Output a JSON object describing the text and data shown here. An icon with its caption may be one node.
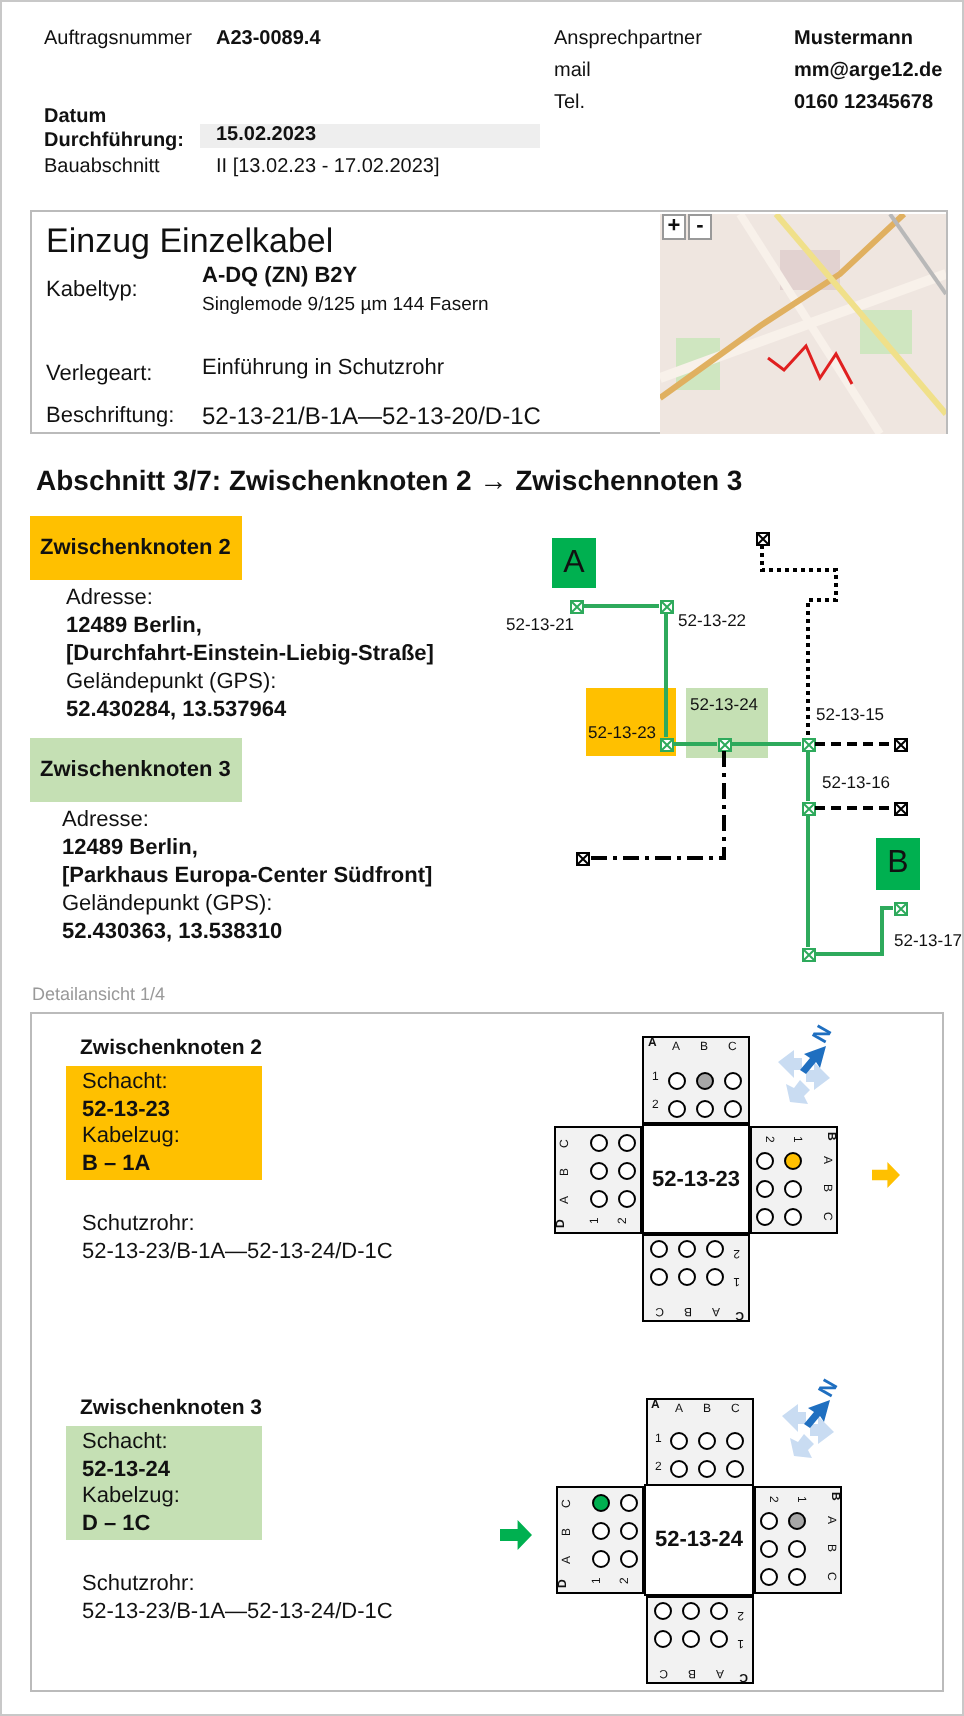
{
  "diagram": {
    "title": "Abschnitt 3/7: Zwischenknoten 2 → Zwischennoten 3",
    "nodes": [
      {
        "text": [
          "Einzug Einzelkabel",
          "Kabeltyp:",
          "A-DQ (ZN) B2Y",
          "Singlemode 9/125 µm 144 Fasern",
          "Verlegeart:",
          "Einführung in Schutzrohr",
          "Beschriftung:",
          "52-13-21/B-1A—52-13-20/D-1C"
        ]
      },
      {
        "text": [
          "Zwischenknoten 2"
        ],
        "beside": [
          "Adresse:",
          "12489 Berlin,",
          "[Durchfahrt-Einstein-Liebig-Straße]",
          "Geländepunkt (GPS):",
          "52.430284, 13.537964"
        ]
      },
      {
        "text": [
          "Zwischenknoten 3"
        ],
        "beside": [
          "Adresse:",
          "12489 Berlin,",
          "[Parkhaus Europa-Center Südfront]",
          "Geländepunkt (GPS):",
          "52.430363, 13.538310"
        ]
      },
      {
        "text": [
          "A"
        ]
      },
      {
        "text": [],
        "shape": "box",
        "beside": [
          "52-13-21"
        ]
      },
      {
        "text": [],
        "shape": "box",
        "beside": [
          "52-13-22"
        ]
      },
      {
        "text": [
          "52-13-23"
        ]
      },
      {
        "text": [],
        "shape": "box",
        "in": 6
      },
      {
        "text": [
          "52-13-24"
        ]
      },
      {
        "text": [],
        "shape": "box",
        "in": 8
      },
      {
        "text": [],
        "shape": "box"
      },
      {
        "text": [],
        "shape": "box",
        "beside": [
          "52-13-15"
        ]
      },
      {
        "text": [],
        "shape": "box"
      },
      {
        "text": [],
        "shape": "box",
        "beside": [
          "52-13-16"
        ]
      },
      {
        "text": [],
        "shape": "box"
      },
      {
        "text": [],
        "shape": "box"
      },
      {
        "text": [
          "B"
        ]
      },
      {
        "text": [],
        "shape": "box"
      },
      {
        "text": [],
        "shape": "box",
        "beside": [
          "52-13-17"
        ]
      },
      {
        "text": [
          "Detailansicht 1/4"
        ]
      },
      {
        "text": [
          "Zwischenknoten 2",
          "Schacht:",
          "52-13-23",
          "Kabelzug:",
          "B – 1A"
        ],
        "in": 19
      },
      {
        "text": [
          "52-13-23"
        ],
        "in": 19
      },
      {
        "text": [
          "A",
          "A",
          "B",
          "C",
          "1",
          "2"
        ],
        "in": 19
      },
      {
        "text": [
          "D",
          "A",
          "B",
          "C",
          "1",
          "2"
        ],
        "in": 19
      },
      {
        "text": [
          "B",
          "A",
          "B",
          "C",
          "1",
          "2"
        ],
        "in": 19
      },
      {
        "text": [
          "C",
          "A",
          "B",
          "C",
          "1",
          "2"
        ],
        "in": 19
      },
      {
        "text": [
          "Zwischenknoten 3",
          "Schacht:",
          "52-13-24",
          "Kabelzug:",
          "D – 1C"
        ],
        "in": 19
      },
      {
        "text": [
          "52-13-24"
        ],
        "in": 19
      },
      {
        "text": [
          "A",
          "A",
          "B",
          "C",
          "1",
          "2"
        ],
        "in": 19
      },
      {
        "text": [
          "D",
          "A",
          "B",
          "C",
          "1",
          "2"
        ],
        "in": 19
      },
      {
        "text": [
          "B",
          "A",
          "B",
          "C",
          "1",
          "2"
        ],
        "in": 19
      },
      {
        "text": [
          "C",
          "A",
          "B",
          "C",
          "1",
          "2"
        ],
        "in": 19
      }
    ],
    "edges": [
      {
        "from": 4,
        "to": 5,
        "arrow": "none"
      },
      {
        "from": 5,
        "to": 7,
        "arrow": "none"
      },
      {
        "from": 7,
        "to": 9,
        "arrow": "none"
      },
      {
        "from": 9,
        "to": 11,
        "arrow": "none"
      },
      {
        "from": 11,
        "to": 13,
        "arrow": "none"
      },
      {
        "from": 13,
        "to": 17,
        "arrow": "none"
      },
      {
        "from": 17,
        "to": 18,
        "arrow": "none"
      },
      {
        "from": 10,
        "to": 11,
        "arrow": "none",
        "style": "dashed",
        "color": "#000000"
      },
      {
        "from": 11,
        "to": 12,
        "arrow": "none",
        "style": "dashed",
        "color": "#000000"
      },
      {
        "from": 13,
        "to": 14,
        "arrow": "none",
        "style": "dashed",
        "color": "#000000"
      },
      {
        "from": 9,
        "to": 15,
        "arrow": "none",
        "style": "dashed",
        "color": "#000000"
      }
    ],
    "labels": [
      "Auftragsnummer",
      "A23-0089.4",
      "Ansprechpartner",
      "Mustermann",
      "mail",
      "mm@arge12.de",
      "Tel.",
      "0160 12345678",
      "Datum Durchführung:",
      "15.02.2023",
      "Bauabschnitt",
      "II [13.02.23 - 17.02.2023]",
      "+",
      "-",
      "Schutzrohr:",
      "52-13-23/B-1A—52-13-24/D-1C",
      "N",
      "Schutzrohr:",
      "52-13-23/B-1A—52-13-24/D-1C",
      "N"
    ]
  }
}
